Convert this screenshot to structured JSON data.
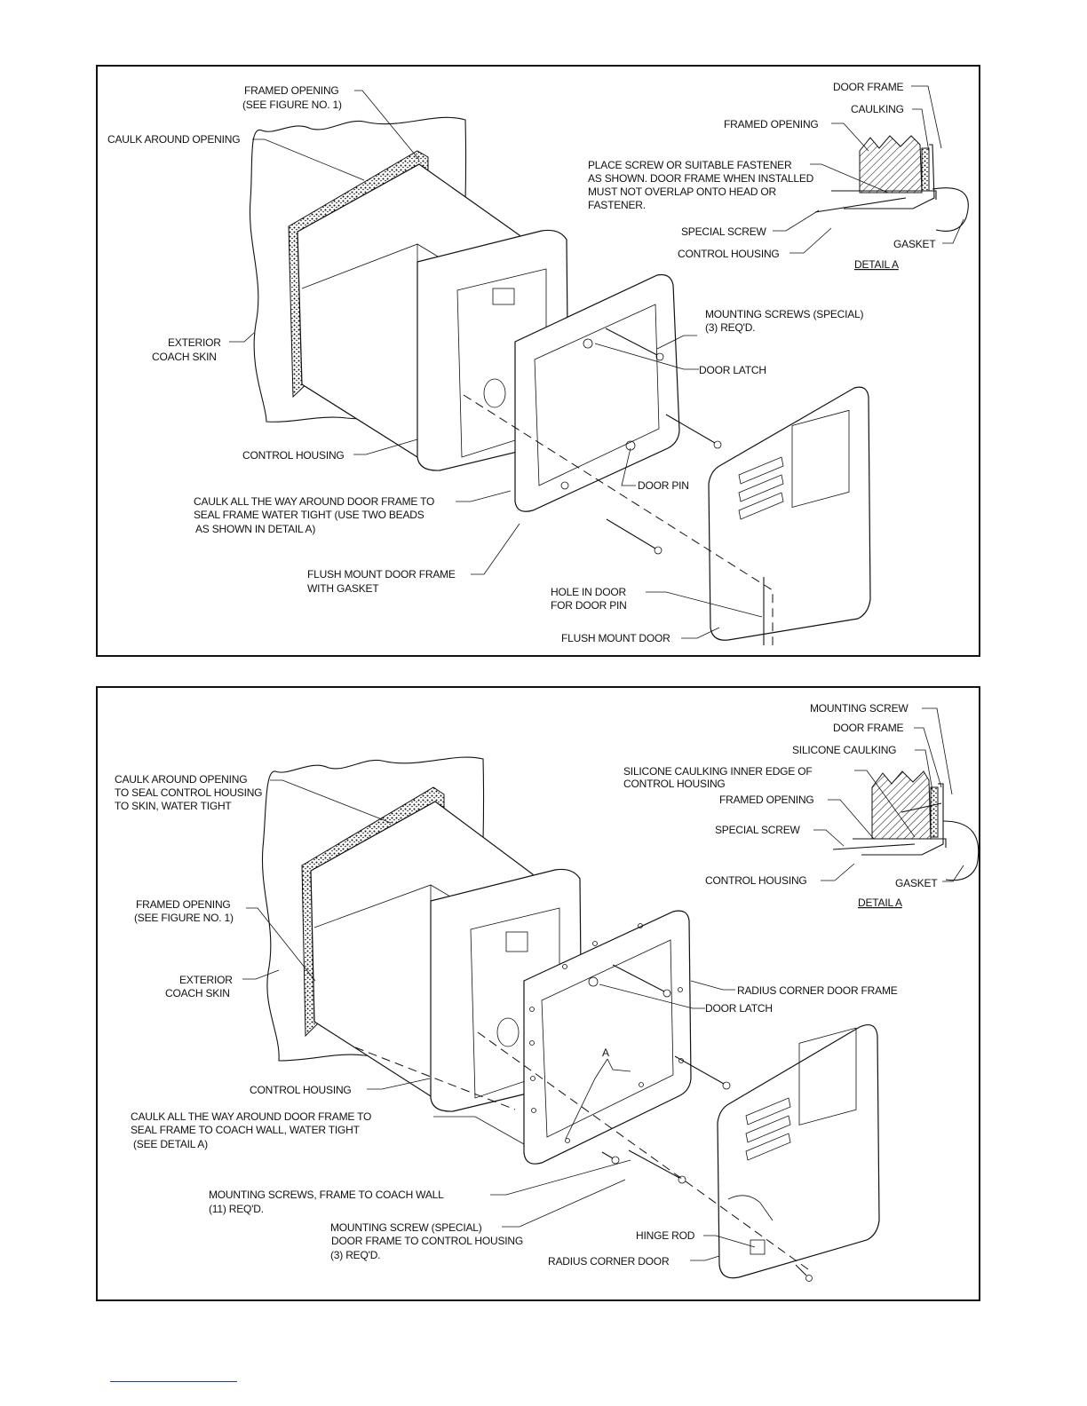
{
  "figure1": {
    "labels": {
      "framed_opening": [
        "FRAMED OPENING",
        "(SEE FIGURE NO. 1)"
      ],
      "caulk_around_opening": [
        "CAULK AROUND OPENING"
      ],
      "exterior_coach_skin": [
        "EXTERIOR",
        "COACH SKIN"
      ],
      "control_housing": [
        "CONTROL HOUSING"
      ],
      "caulk_door_frame": [
        "CAULK ALL THE WAY AROUND DOOR FRAME TO",
        "SEAL FRAME WATER TIGHT (USE TWO BEADS",
        "AS SHOWN IN DETAIL A)"
      ],
      "flush_mount_door_frame": [
        "FLUSH MOUNT DOOR FRAME",
        "WITH GASKET"
      ],
      "mounting_screws": [
        "MOUNTING SCREWS (SPECIAL)",
        "(3) REQ'D."
      ],
      "door_latch": [
        "DOOR LATCH"
      ],
      "door_pin": [
        "DOOR PIN"
      ],
      "hole_in_door": [
        "HOLE IN DOOR",
        "FOR DOOR PIN"
      ],
      "flush_mount_door": [
        "FLUSH MOUNT DOOR"
      ]
    },
    "detail": {
      "door_frame": "DOOR FRAME",
      "caulking": "CAULKING",
      "framed_opening": "FRAMED OPENING",
      "note": [
        "PLACE SCREW OR SUITABLE FASTENER",
        "AS SHOWN. DOOR FRAME WHEN INSTALLED",
        "MUST NOT OVERLAP ONTO HEAD OR",
        "FASTENER."
      ],
      "special_screw": "SPECIAL SCREW",
      "control_housing": "CONTROL HOUSING",
      "gasket": "GASKET",
      "title": "DETAIL A"
    }
  },
  "figure2": {
    "labels": {
      "caulk_around_opening": [
        "CAULK AROUND OPENING",
        "TO SEAL CONTROL HOUSING",
        "TO SKIN, WATER TIGHT"
      ],
      "framed_opening": [
        "FRAMED OPENING",
        "(SEE FIGURE NO. 1)"
      ],
      "exterior_coach_skin": [
        "EXTERIOR",
        "COACH SKIN"
      ],
      "control_housing": [
        "CONTROL HOUSING"
      ],
      "caulk_door_frame": [
        "CAULK ALL THE WAY AROUND DOOR FRAME TO",
        "SEAL FRAME TO COACH WALL, WATER TIGHT",
        "(SEE DETAIL A)"
      ],
      "mounting_screws_wall": [
        "MOUNTING SCREWS, FRAME TO COACH WALL",
        "(11) REQ'D."
      ],
      "mounting_screw_special": [
        "MOUNTING SCREW (SPECIAL)",
        "DOOR FRAME TO CONTROL HOUSING",
        "(3) REQ'D."
      ],
      "radius_corner_door_frame": [
        "RADIUS CORNER DOOR FRAME"
      ],
      "door_latch": [
        "DOOR LATCH"
      ],
      "hinge_rod": [
        "HINGE ROD"
      ],
      "radius_corner_door": [
        "RADIUS CORNER DOOR"
      ],
      "point_a": [
        "A"
      ]
    },
    "detail": {
      "mounting_screw": "MOUNTING SCREW",
      "door_frame": "DOOR FRAME",
      "silicone_caulking": "SILICONE CAULKING",
      "inner_edge": [
        "SILICONE CAULKING INNER EDGE OF",
        "CONTROL HOUSING"
      ],
      "framed_opening": "FRAMED OPENING",
      "special_screw": "SPECIAL SCREW",
      "control_housing": "CONTROL HOUSING",
      "gasket": "GASKET",
      "title": "DETAIL A"
    }
  }
}
